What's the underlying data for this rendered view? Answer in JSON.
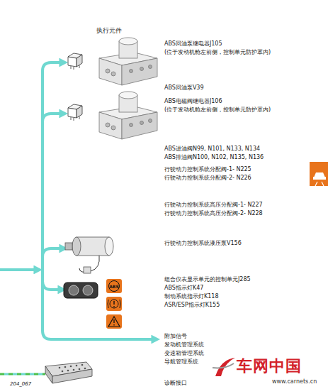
{
  "diagram": {
    "title": "执行元件",
    "labels": [
      "ABS回油泵继电器J105",
      "(位于发动机舱左前侧，控制单元防护罩内)",
      "ABS回油泵V39",
      "ABS电磁阀继电器J106",
      "(位于发动机舱左前侧，控制单元防护罩内)",
      "ABS进油阀N99, N101, N133, N134",
      "ABS排油阀N100, N102, N135, N136",
      "行驶动力控制系统分配阀-1- N225",
      "行驶动力控制系统分配阀-2- N226",
      "行驶动力控制系统高压分配阀-1- N227",
      "行驶动力控制系统高压分配阀-2- N228",
      "行驶动力控制系统液压泵V156",
      "组合仪表显示单元的控制单元J285",
      "ABS指示灯K47",
      "制动系统指示灯K118",
      "ASR/ESP指示灯K155",
      "附加信号",
      "发动机管理系统",
      "变速箱管理系统",
      "导航管理系统",
      "诊断接口",
      "204_067",
      "ABS",
      "车网中国",
      "www.carnets.cn"
    ]
  }
}
